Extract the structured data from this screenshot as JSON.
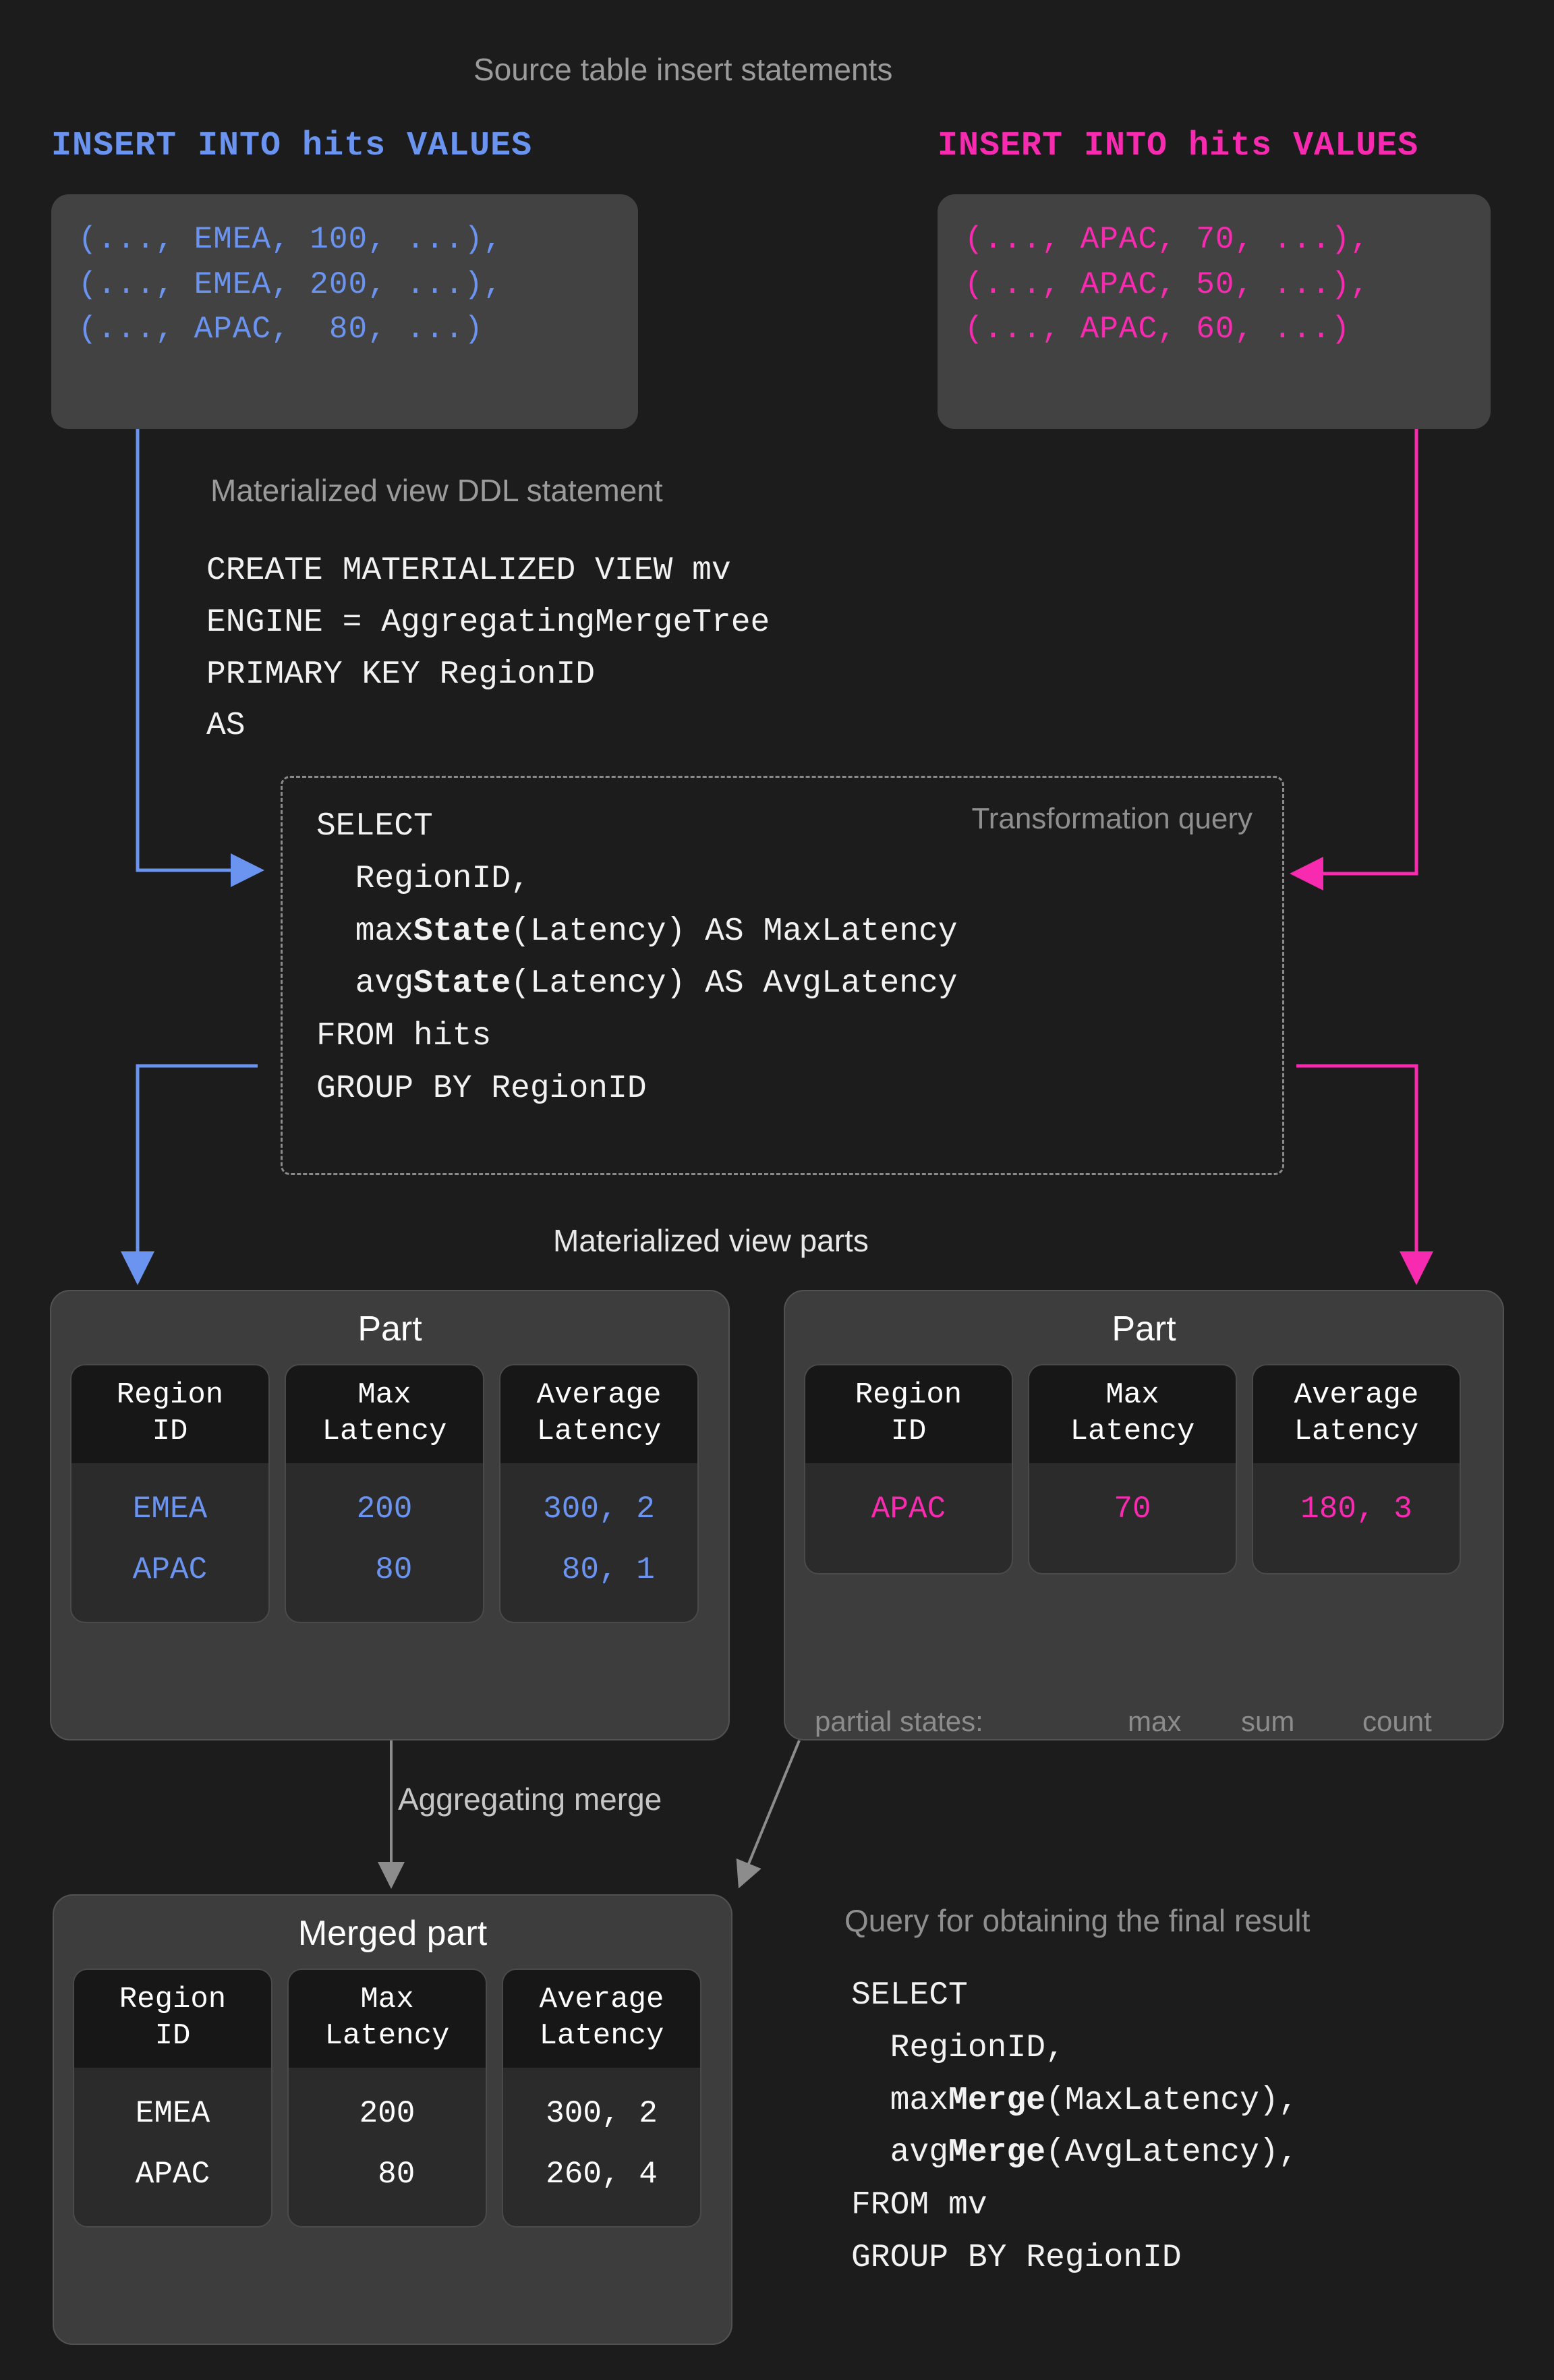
{
  "palette": {
    "page_bg": "#1c1c1c",
    "blue": "#6b93f0",
    "pink": "#f82bb0",
    "grey_text": "#8f8f8f",
    "card_bg": "#3d3d3d",
    "cell_bg": "#2b2b2b",
    "header_bg": "#171717"
  },
  "headings": {
    "source_inserts": "Source table insert statements",
    "mv_ddl": "Materialized view DDL statement",
    "transformation_query": "Transformation query",
    "mv_parts": "Materialized view parts",
    "aggregating_merge": "Aggregating merge",
    "final_query": "Query for obtaining the final result"
  },
  "inserts": [
    {
      "header": "INSERT INTO hits VALUES",
      "color": "#6b93f0",
      "rows": [
        "(..., EMEA, 100, ...),",
        "(..., EMEA, 200, ...),",
        "(..., APAC,  80, ...)"
      ]
    },
    {
      "header": "INSERT INTO hits VALUES",
      "color": "#f82bb0",
      "rows": [
        "(..., APAC, 70, ...),",
        "(..., APAC, 50, ...),",
        "(..., APAC, 60, ...)"
      ]
    }
  ],
  "ddl": {
    "lines": [
      "CREATE MATERIALIZED VIEW mv",
      "ENGINE = AggregatingMergeTree",
      "PRIMARY KEY RegionID",
      "AS"
    ]
  },
  "transformation": {
    "l1": "SELECT",
    "l2": "  RegionID,",
    "l3_pre": "  max",
    "l3_bold": "State",
    "l3_post": "(Latency) AS MaxLatency",
    "l4_pre": "  avg",
    "l4_bold": "State",
    "l4_post": "(Latency) AS AvgLatency",
    "l5": "FROM hits",
    "l6": "GROUP BY RegionID"
  },
  "parts": [
    {
      "title": "Part",
      "value_color": "#6b93f0",
      "columns": [
        {
          "header": "Region\nID",
          "values": "EMEA\nAPAC"
        },
        {
          "header": "Max\nLatency",
          "values": "200\n 80"
        },
        {
          "header": "Average\nLatency",
          "values": "300, 2\n 80, 1"
        }
      ]
    },
    {
      "title": "Part",
      "value_color": "#f82bb0",
      "columns": [
        {
          "header": "Region\nID",
          "values": "APAC"
        },
        {
          "header": "Max\nLatency",
          "values": "70"
        },
        {
          "header": "Average\nLatency",
          "values": "180, 3"
        }
      ],
      "annotations": {
        "prefix": "partial states:",
        "items": [
          "max",
          "sum",
          "count"
        ]
      }
    }
  ],
  "merged_part": {
    "title": "Merged part",
    "value_color": "#ffffff",
    "columns": [
      {
        "header": "Region\nID",
        "values": "EMEA\nAPAC"
      },
      {
        "header": "Max\nLatency",
        "values": "200\n 80"
      },
      {
        "header": "Average\nLatency",
        "values": "300, 2\n260, 4"
      }
    ]
  },
  "final_query": {
    "l1": "SELECT",
    "l2": "  RegionID,",
    "l3_pre": "  max",
    "l3_bold": "Merge",
    "l3_post": "(MaxLatency),",
    "l4_pre": "  avg",
    "l4_bold": "Merge",
    "l4_post": "(AvgLatency),",
    "l5": "FROM mv",
    "l6": "GROUP BY RegionID"
  }
}
